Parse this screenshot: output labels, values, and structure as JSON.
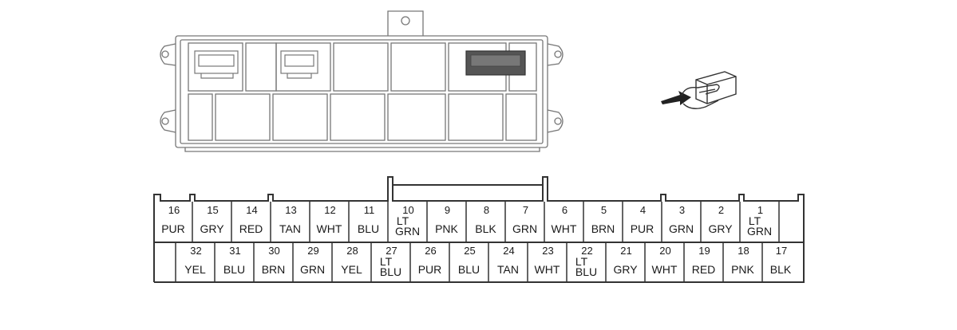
{
  "connector": {
    "top_row": [
      {
        "pin": "16",
        "color": "PUR"
      },
      {
        "pin": "15",
        "color": "GRY"
      },
      {
        "pin": "14",
        "color": "RED"
      },
      {
        "pin": "13",
        "color": "TAN"
      },
      {
        "pin": "12",
        "color": "WHT"
      },
      {
        "pin": "11",
        "color": "BLU"
      },
      {
        "pin": "10",
        "color": "LT\nGRN"
      },
      {
        "pin": "9",
        "color": "PNK"
      },
      {
        "pin": "8",
        "color": "BLK"
      },
      {
        "pin": "7",
        "color": "GRN"
      },
      {
        "pin": "6",
        "color": "WHT"
      },
      {
        "pin": "5",
        "color": "BRN"
      },
      {
        "pin": "4",
        "color": "PUR"
      },
      {
        "pin": "3",
        "color": "GRN"
      },
      {
        "pin": "2",
        "color": "GRY"
      },
      {
        "pin": "1",
        "color": "LT\nGRN"
      },
      {
        "pin": "",
        "color": ""
      }
    ],
    "bottom_row": [
      {
        "pin": "",
        "color": ""
      },
      {
        "pin": "32",
        "color": "YEL"
      },
      {
        "pin": "31",
        "color": "BLU"
      },
      {
        "pin": "30",
        "color": "BRN"
      },
      {
        "pin": "29",
        "color": "GRN"
      },
      {
        "pin": "28",
        "color": "YEL"
      },
      {
        "pin": "27",
        "color": "LT\nBLU"
      },
      {
        "pin": "26",
        "color": "PUR"
      },
      {
        "pin": "25",
        "color": "BLU"
      },
      {
        "pin": "24",
        "color": "TAN"
      },
      {
        "pin": "23",
        "color": "WHT"
      },
      {
        "pin": "22",
        "color": "LT\nBLU"
      },
      {
        "pin": "21",
        "color": "GRY"
      },
      {
        "pin": "20",
        "color": "WHT"
      },
      {
        "pin": "19",
        "color": "RED"
      },
      {
        "pin": "18",
        "color": "PNK"
      },
      {
        "pin": "17",
        "color": "BLK"
      }
    ]
  },
  "colors": {
    "line": "#333333",
    "module_line": "#777777",
    "highlight_connector": "#555555"
  }
}
